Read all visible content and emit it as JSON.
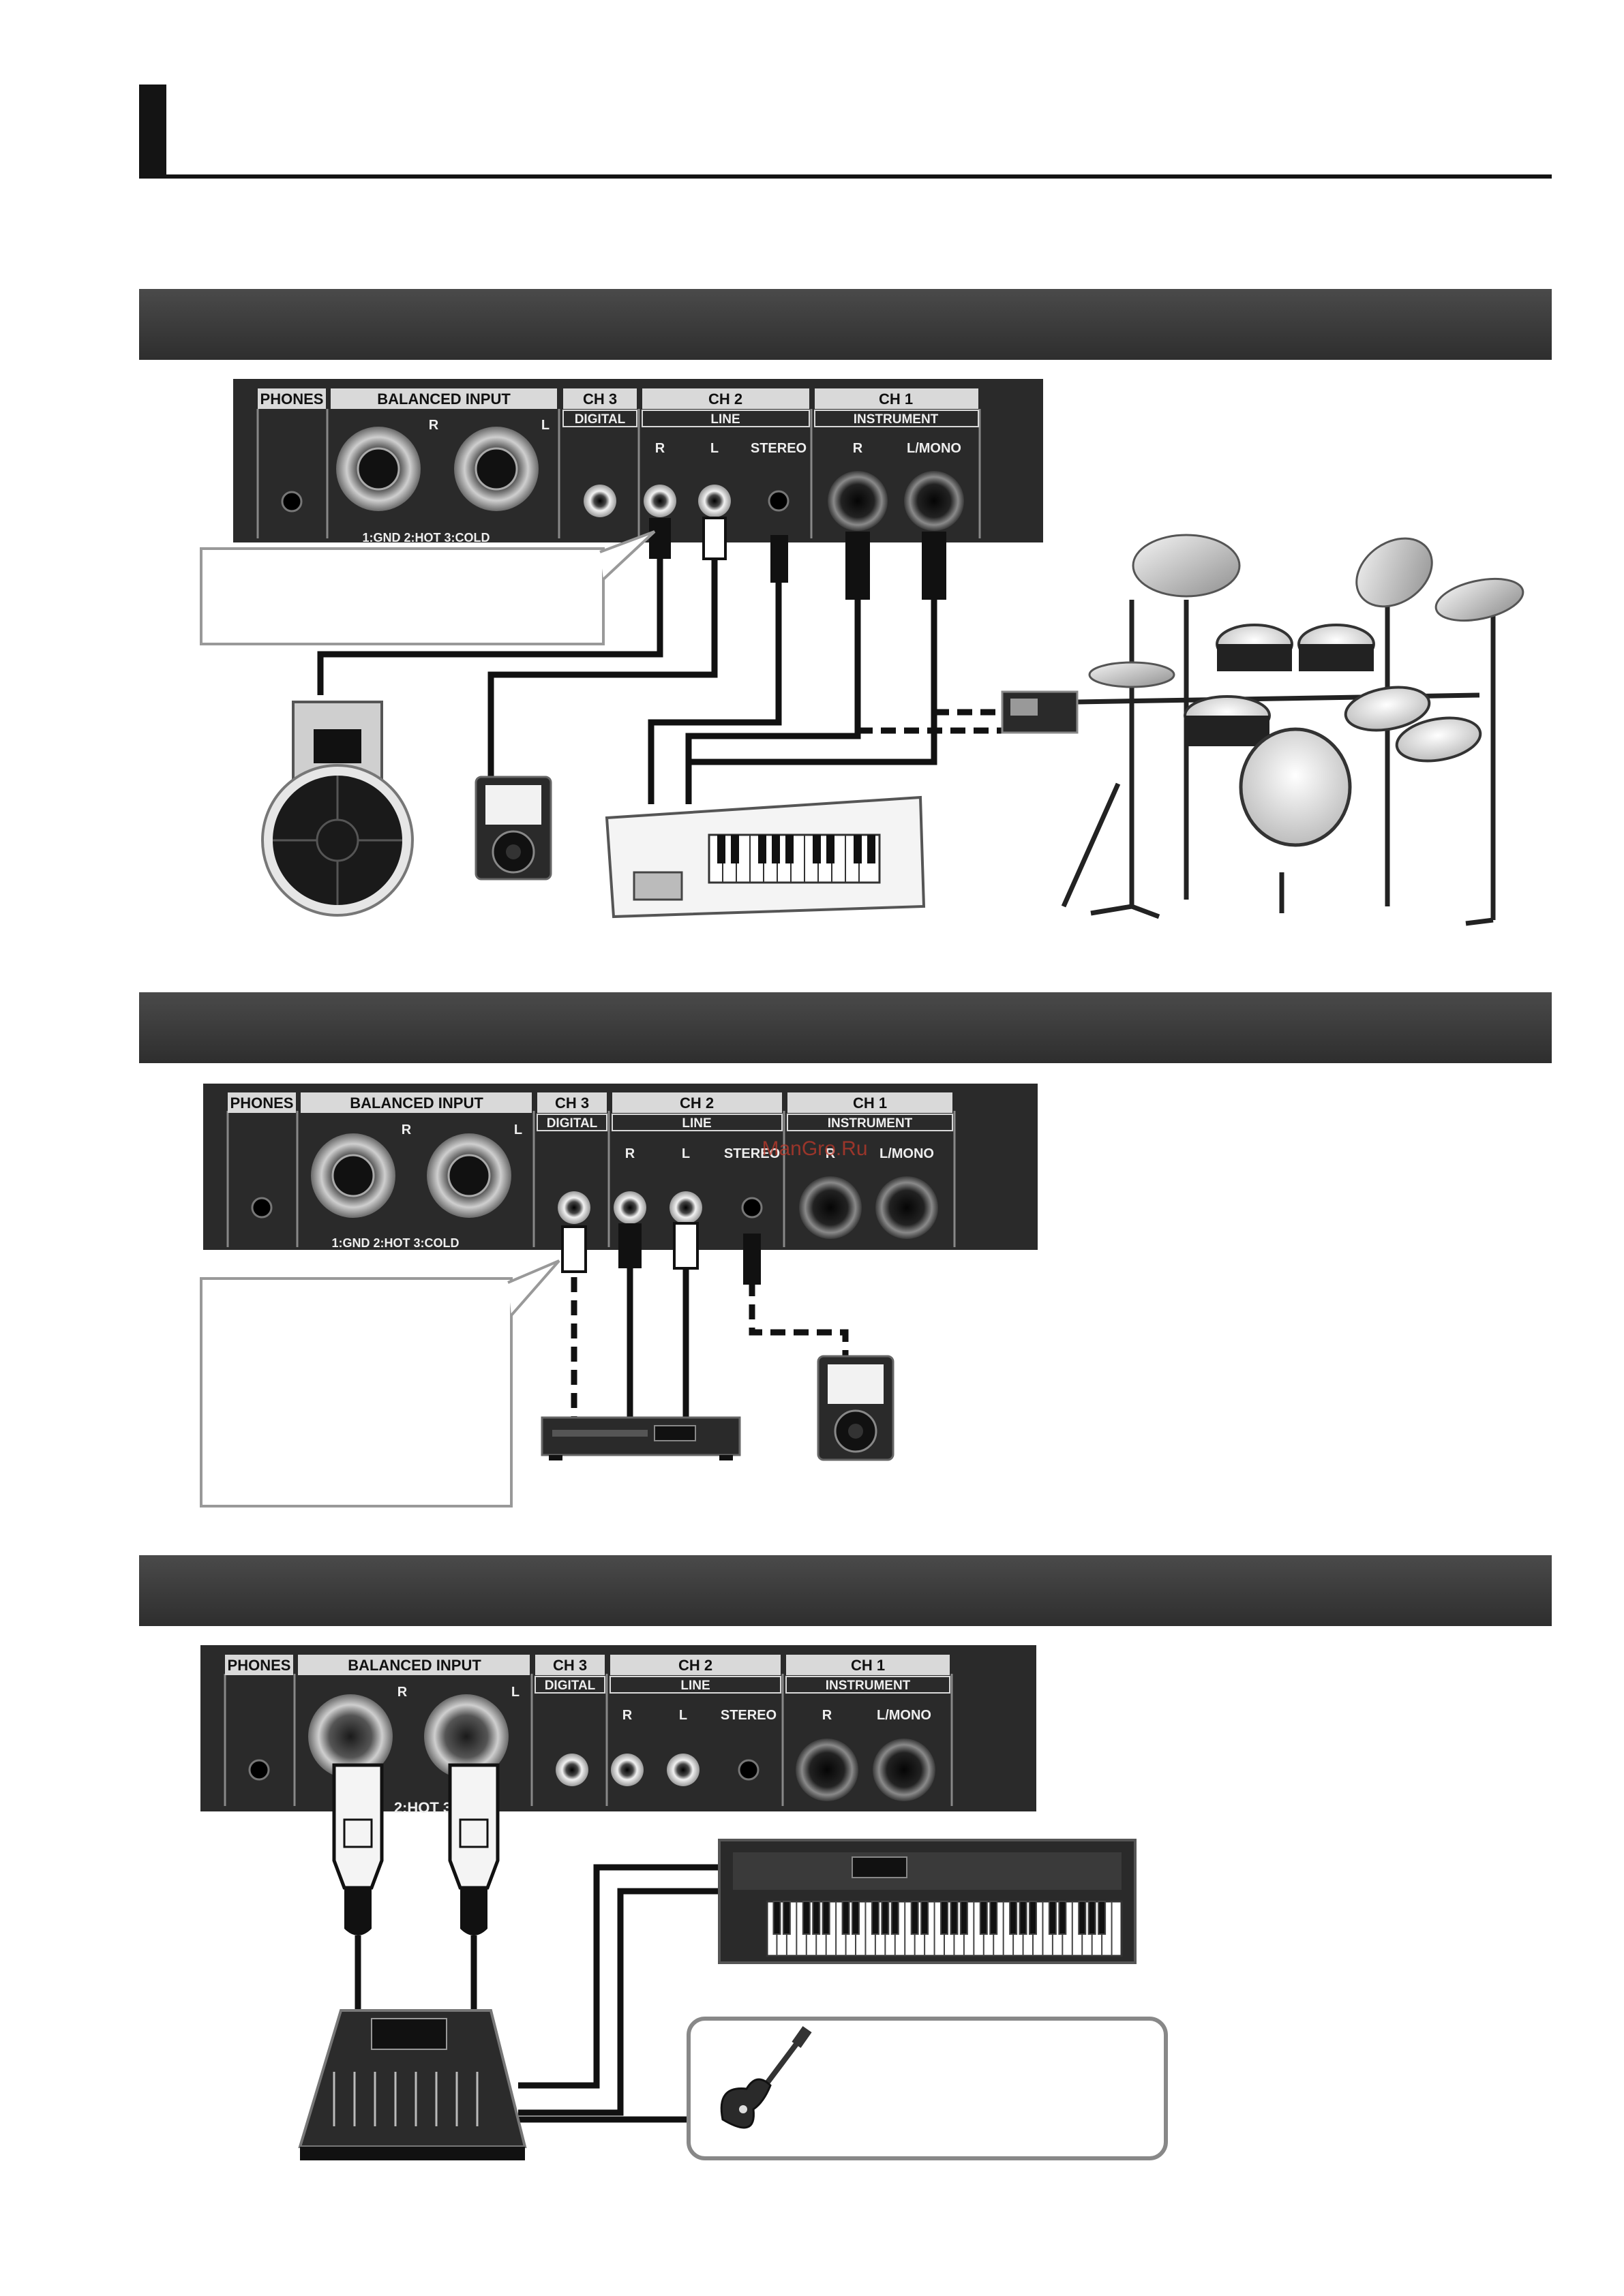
{
  "panel": {
    "phones": "PHONES",
    "balanced_input": "BALANCED INPUT",
    "ch3": "CH 3",
    "digital": "DIGITAL",
    "ch2": "CH 2",
    "line": "LINE",
    "ch1": "CH 1",
    "instrument": "INSTRUMENT",
    "r": "R",
    "l": "L",
    "stereo": "STEREO",
    "l_mono": "L/MONO",
    "pinout": "1:GND  2:HOT  3:COLD",
    "pinout_partial": "2:HOT  3"
  },
  "watermark": "ManGro.Ru",
  "colors": {
    "panel": "#2a2a2a",
    "band": "#3a3a3a",
    "label_box": "#d9d9d9",
    "cable": "#111111"
  }
}
